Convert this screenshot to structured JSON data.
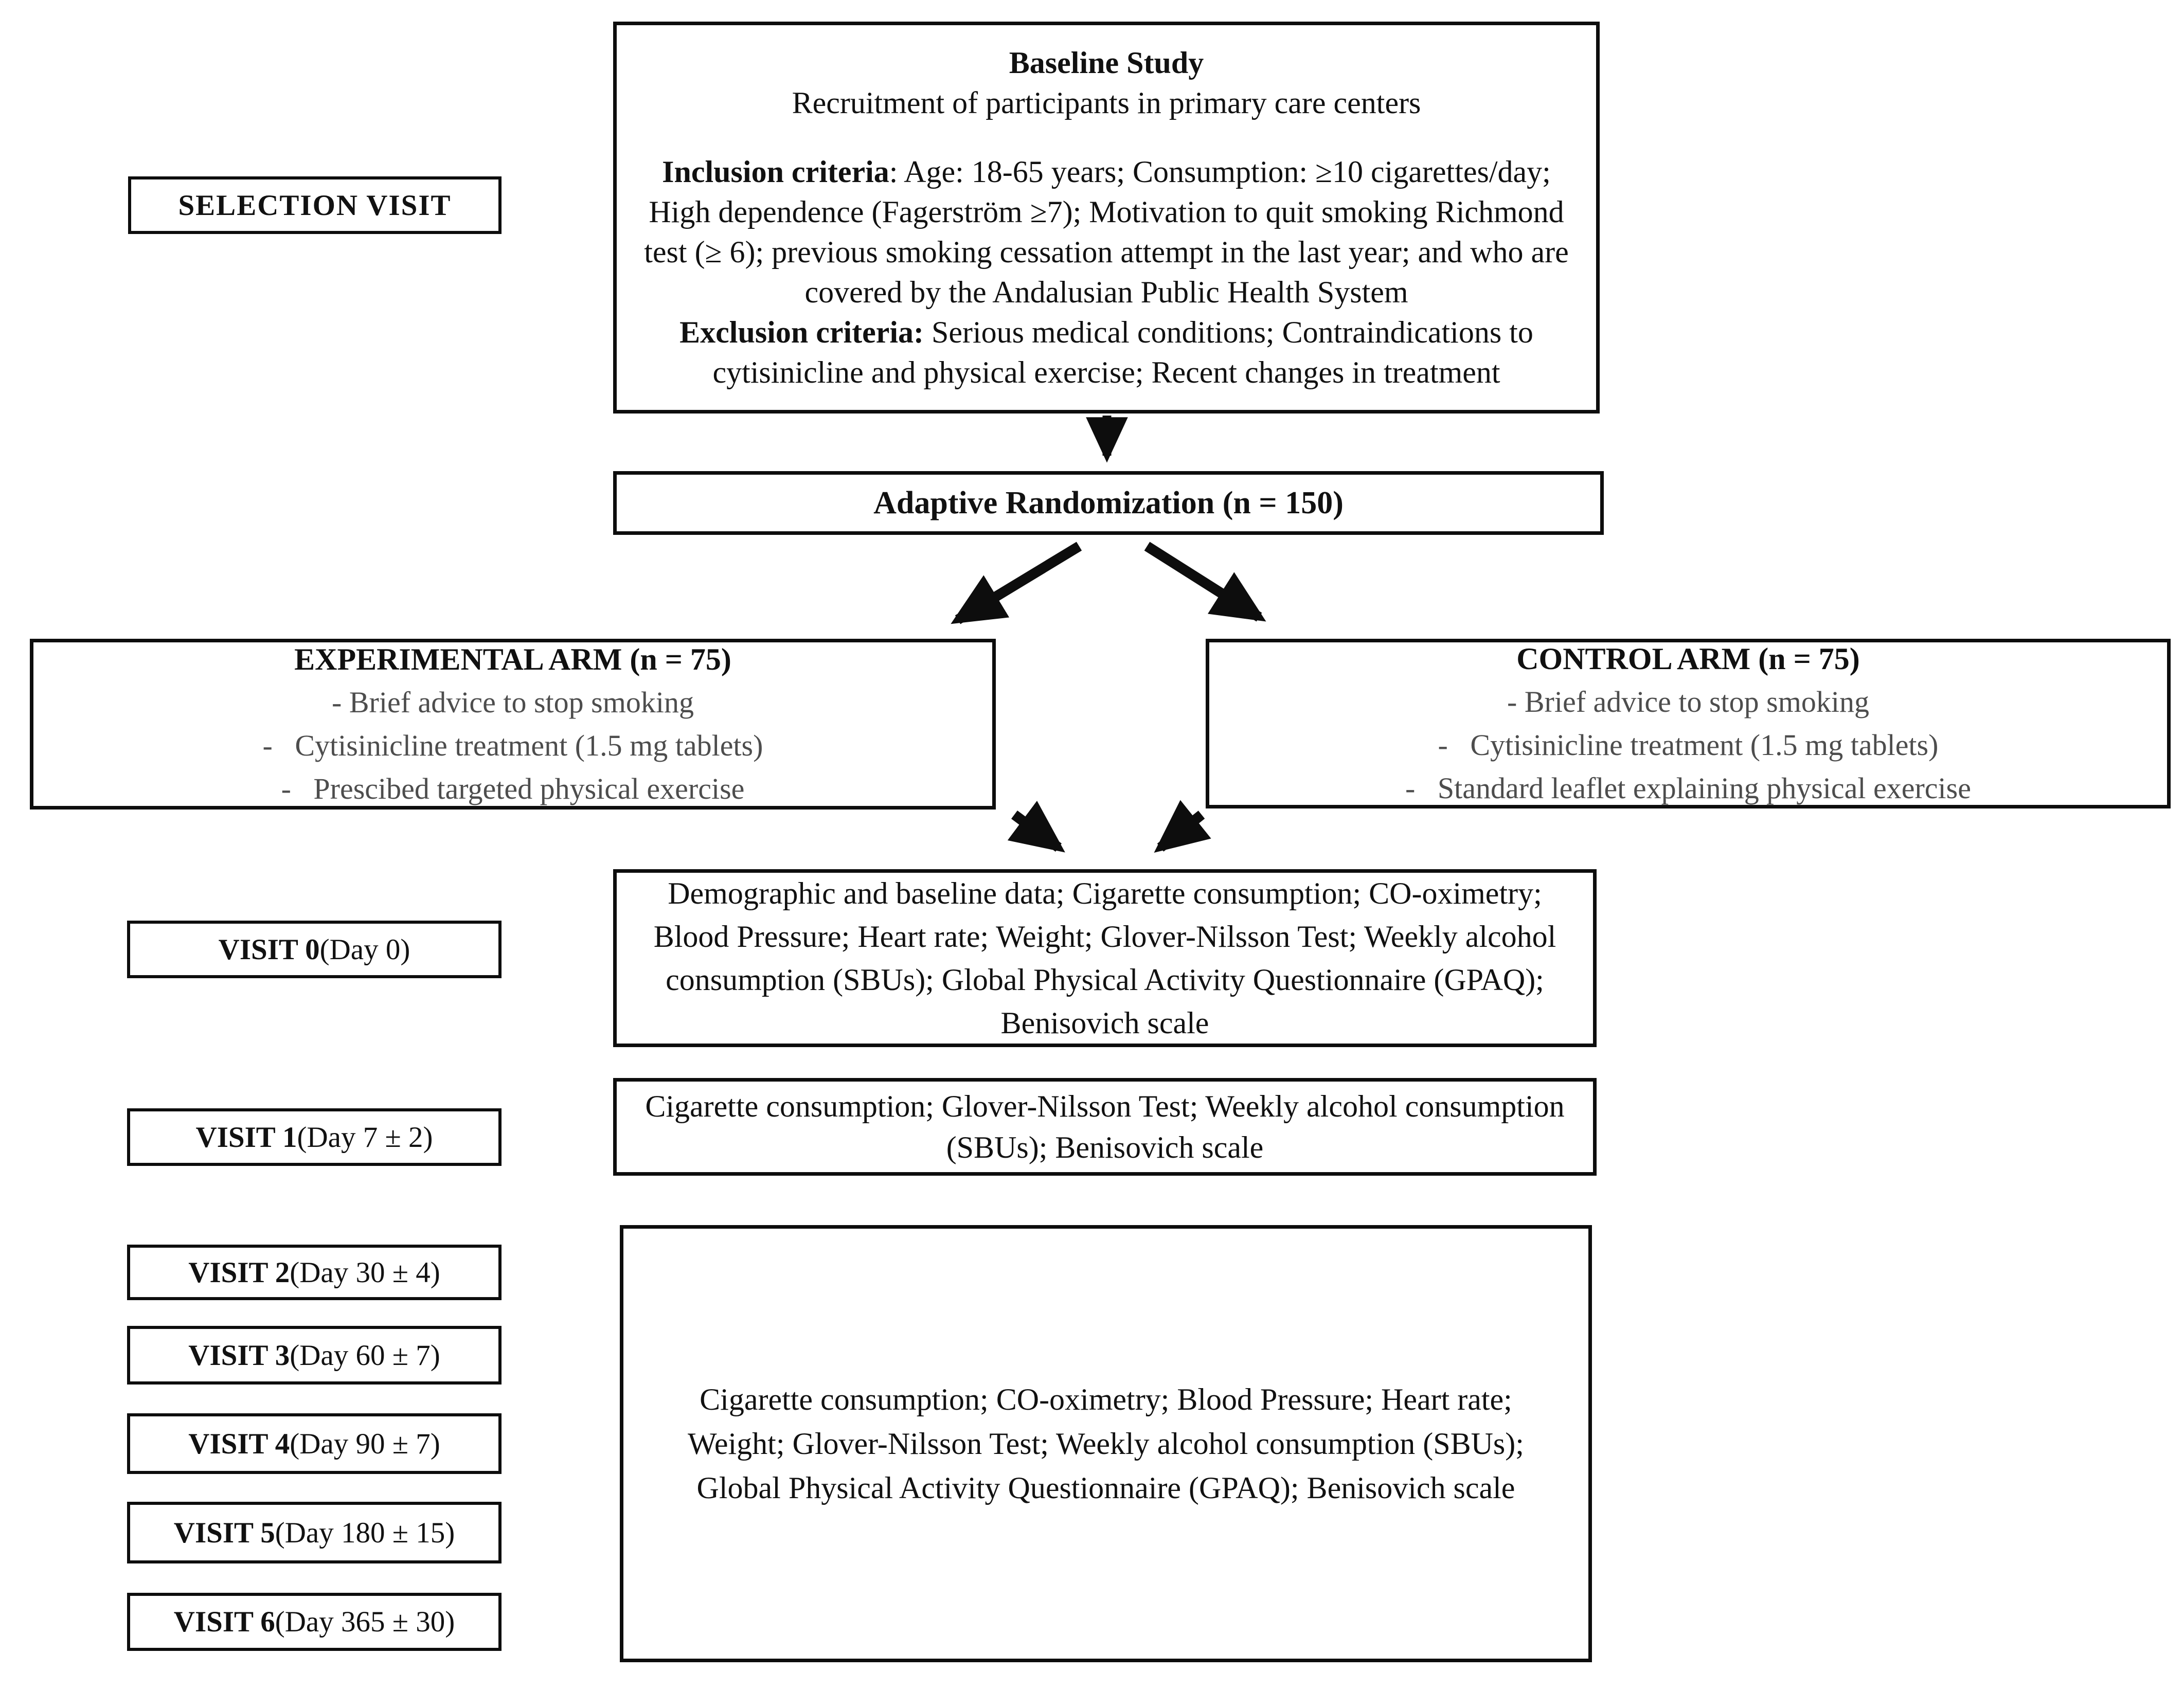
{
  "page": {
    "background_color": "#ffffff",
    "ink_color": "#111111",
    "muted_ink_color": "#4d4d4d"
  },
  "labels": {
    "selection_visit": "SELECTION VISIT"
  },
  "baseline": {
    "title": "Baseline Study",
    "subtitle": "Recruitment of participants in primary care centers",
    "inclusion_label": "Inclusion criteria",
    "inclusion_text": ": Age: 18-65 years; Consumption: ≥10 cigarettes/day; High dependence (Fagerström ≥7); Motivation to quit smoking Richmond test (≥ 6); previous smoking cessation attempt in the last year; and who are covered by the Andalusian Public Health System",
    "exclusion_label": "Exclusion criteria:",
    "exclusion_text": " Serious medical conditions; Contraindications to cytisinicline and physical exercise; Recent changes in treatment"
  },
  "randomization": {
    "label": "Adaptive Randomization (n = 150)"
  },
  "experimental_arm": {
    "title": "EXPERIMENTAL ARM (n = 75)",
    "items": [
      "- Brief advice to stop smoking",
      "-   Cytisinicline treatment (1.5 mg tablets)",
      "-   Prescibed targeted physical exercise"
    ]
  },
  "control_arm": {
    "title": "CONTROL ARM (n = 75)",
    "items": [
      "- Brief advice to stop smoking",
      "-   Cytisinicline treatment (1.5 mg tablets)",
      "-   Standard leaflet explaining physical exercise"
    ]
  },
  "visits": [
    {
      "name": "VISIT 0",
      "day": " (Day 0)"
    },
    {
      "name": "VISIT 1",
      "day": " (Day 7 ± 2)"
    },
    {
      "name": "VISIT 2",
      "day": " (Day 30 ± 4)"
    },
    {
      "name": "VISIT 3",
      "day": " (Day 60 ± 7)"
    },
    {
      "name": "VISIT 4",
      "day": " (Day 90 ± 7)"
    },
    {
      "name": "VISIT 5",
      "day": " (Day 180 ± 15)"
    },
    {
      "name": "VISIT 6",
      "day": " (Day 365 ± 30)"
    }
  ],
  "assessments": {
    "visit0": "Demographic and baseline data; Cigarette consumption; CO-oximetry; Blood Pressure; Heart rate; Weight; Glover-Nilsson Test; Weekly alcohol consumption (SBUs); Global Physical Activity Questionnaire (GPAQ); Benisovich scale",
    "visit1": "Cigarette consumption; Glover-Nilsson Test; Weekly alcohol consumption (SBUs); Benisovich scale",
    "visits2_6": "Cigarette consumption; CO-oximetry; Blood Pressure; Heart rate; Weight; Glover-Nilsson Test; Weekly alcohol consumption (SBUs); Global Physical Activity Questionnaire (GPAQ); Benisovich scale"
  }
}
